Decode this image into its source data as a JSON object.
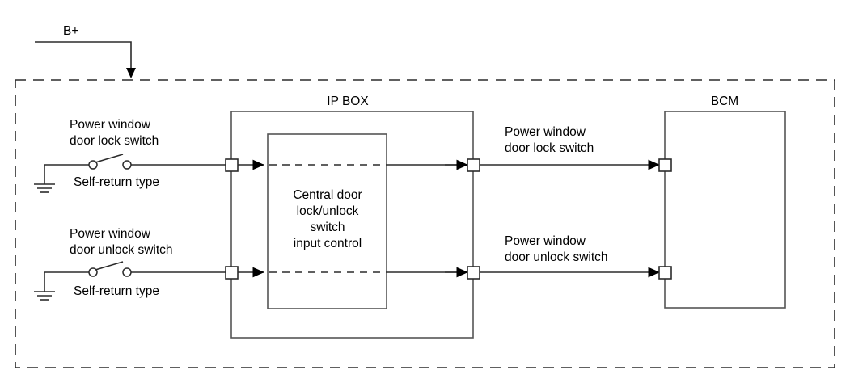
{
  "diagram": {
    "title_supply": "B+",
    "enclosure": {
      "name": "vehicle-harness-boundary",
      "style": "dashed"
    },
    "modules": [
      {
        "id": "ip-box",
        "label": "IP BOX"
      },
      {
        "id": "bcm",
        "label": "BCM"
      }
    ],
    "inner_block": {
      "id": "central-door-control",
      "lines": [
        "Central door",
        "lock/unlock",
        "switch",
        "input control"
      ]
    },
    "inputs": [
      {
        "id": "door-lock-switch",
        "label_line1": "Power window",
        "label_line2": "door lock switch",
        "type_note": "Self-return type",
        "ground": true
      },
      {
        "id": "door-unlock-switch",
        "label_line1": "Power window",
        "label_line2": "door unlock switch",
        "type_note": "Self-return type",
        "ground": true
      }
    ],
    "outputs": [
      {
        "id": "door-lock-signal",
        "label_line1": "Power window",
        "label_line2": "door lock switch"
      },
      {
        "id": "door-unlock-signal",
        "label_line1": "Power window",
        "label_line2": "door unlock switch"
      }
    ],
    "colors": {
      "line": "#2b2b2b",
      "box_line": "#555555",
      "text": "#000000",
      "background": "#ffffff"
    }
  }
}
